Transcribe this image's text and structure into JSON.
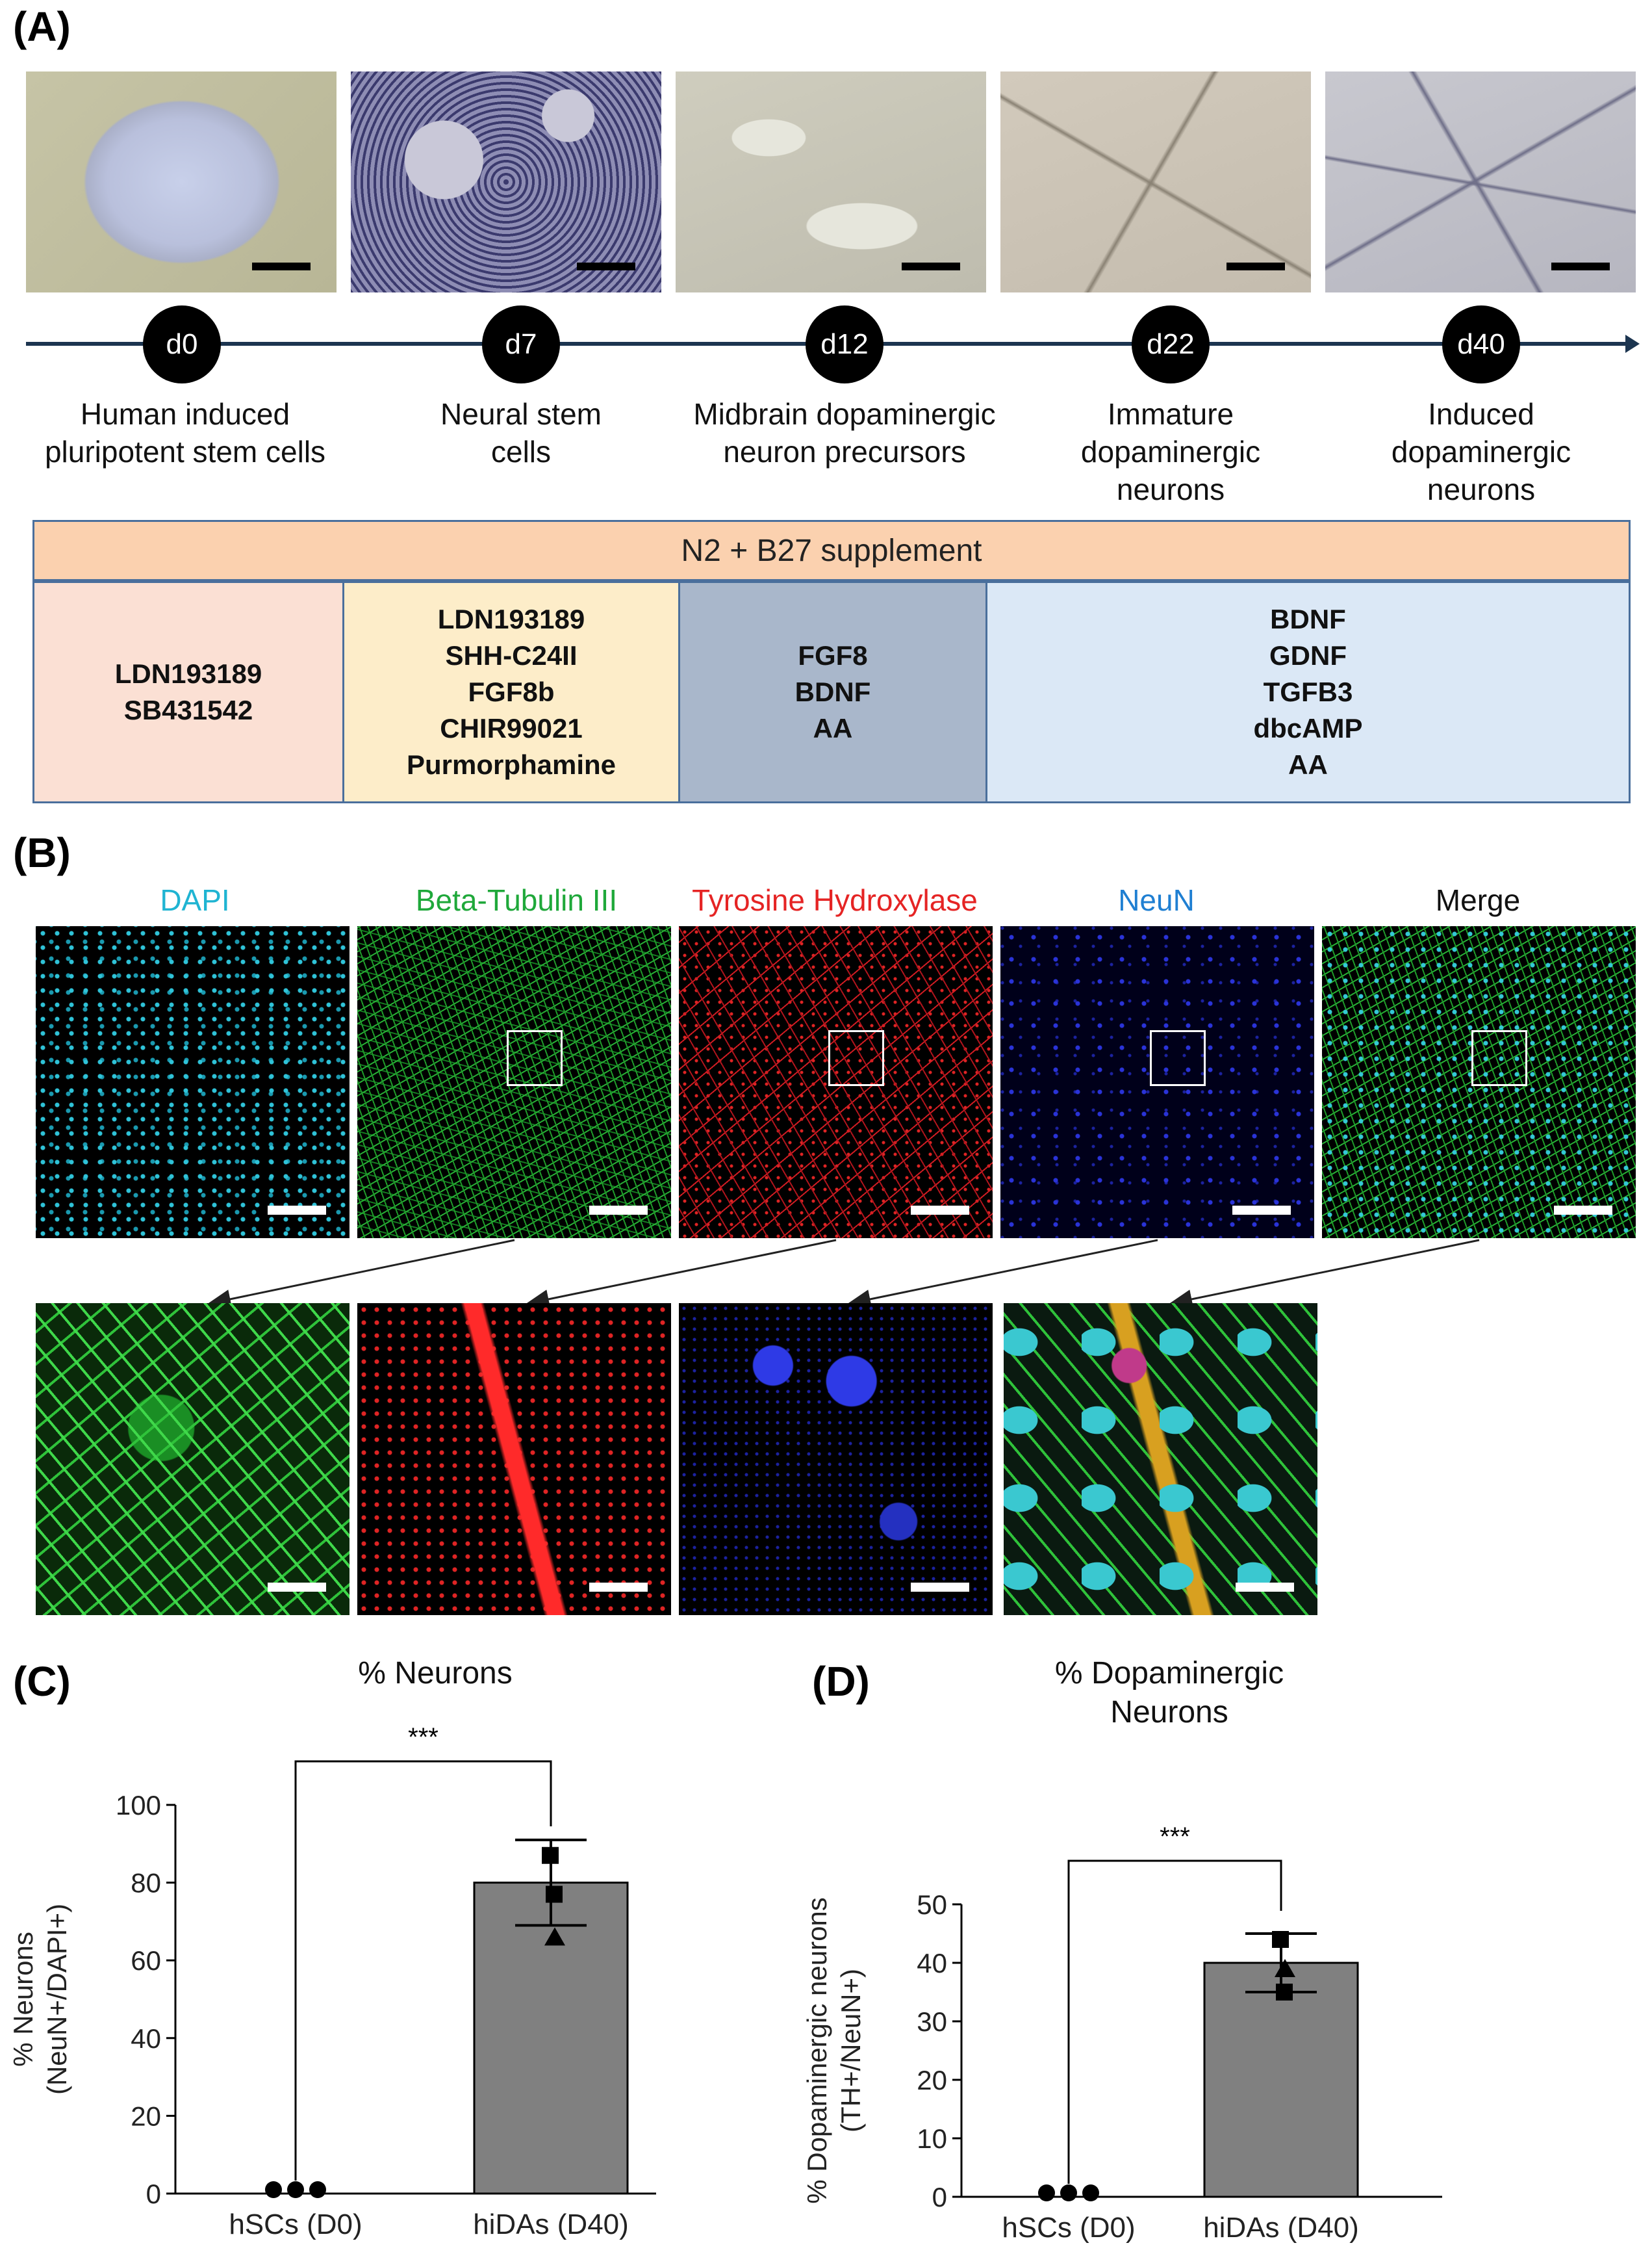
{
  "figure": {
    "panelA": {
      "letter": "(A)",
      "days": [
        "d0",
        "d7",
        "d12",
        "d22",
        "d40"
      ],
      "stages": [
        "Human induced\npluripotent stem cells",
        "Neural stem\ncells",
        "Midbrain dopaminergic\nneuron precursors",
        "Immature\ndopaminergic\nneurons",
        "Induced\ndopaminergic\nneurons"
      ],
      "supplement": "N2 + B27 supplement",
      "media": [
        {
          "text": "LDN193189\nSB431542",
          "color": "#fbe0d4"
        },
        {
          "text": "LDN193189\nSHH-C24II\nFGF8b\nCHIR99021\nPurmorphamine",
          "color": "#fdedc9"
        },
        {
          "text": "FGF8\nBDNF\nAA",
          "color": "#a9b7cb"
        },
        {
          "text": "BDNF\nGDNF\nTGFB3\ndbcAMP\nAA",
          "color": "#dbe8f6"
        }
      ]
    },
    "panelB": {
      "letter": "(B)",
      "channels": [
        {
          "label": "DAPI",
          "color": "#1fb4d2"
        },
        {
          "label": "Beta-Tubulin III",
          "color": "#1fa83a"
        },
        {
          "label": "Tyrosine Hydroxylase",
          "color": "#e52424"
        },
        {
          "label": "NeuN",
          "color": "#1f7fd2"
        },
        {
          "label": "Merge",
          "color": "#111111"
        }
      ]
    },
    "panelC": {
      "letter": "(C)",
      "title": "% Neurons"
    },
    "panelD": {
      "letter": "(D)",
      "title": "% Dopaminergic\nNeurons"
    }
  },
  "chart_data": [
    {
      "type": "bar",
      "title": "% Neurons",
      "ylabel": "% Neurons\n(NeuN+/DAPI+)",
      "xlabel": "",
      "categories": [
        "hSCs (D0)",
        "hiDAs (D40)"
      ],
      "values": [
        0,
        80
      ],
      "error": [
        0,
        11
      ],
      "points": [
        [
          0,
          0,
          0
        ],
        [
          87,
          66,
          77
        ]
      ],
      "ylim": [
        0,
        100
      ],
      "yticks": [
        0,
        20,
        40,
        60,
        80,
        100
      ],
      "significance": "***",
      "bar_color": "#808080"
    },
    {
      "type": "bar",
      "title": "% Dopaminergic\nNeurons",
      "ylabel": "% Dopaminergic neurons\n(TH+/NeuN+)",
      "xlabel": "",
      "categories": [
        "hSCs (D0)",
        "hiDAs (D40)"
      ],
      "values": [
        0,
        40
      ],
      "error": [
        0,
        5
      ],
      "points": [
        [
          0,
          0,
          0
        ],
        [
          44,
          39,
          35
        ]
      ],
      "ylim": [
        0,
        50
      ],
      "yticks": [
        0,
        10,
        20,
        30,
        40,
        50
      ],
      "significance": "***",
      "bar_color": "#808080"
    }
  ]
}
